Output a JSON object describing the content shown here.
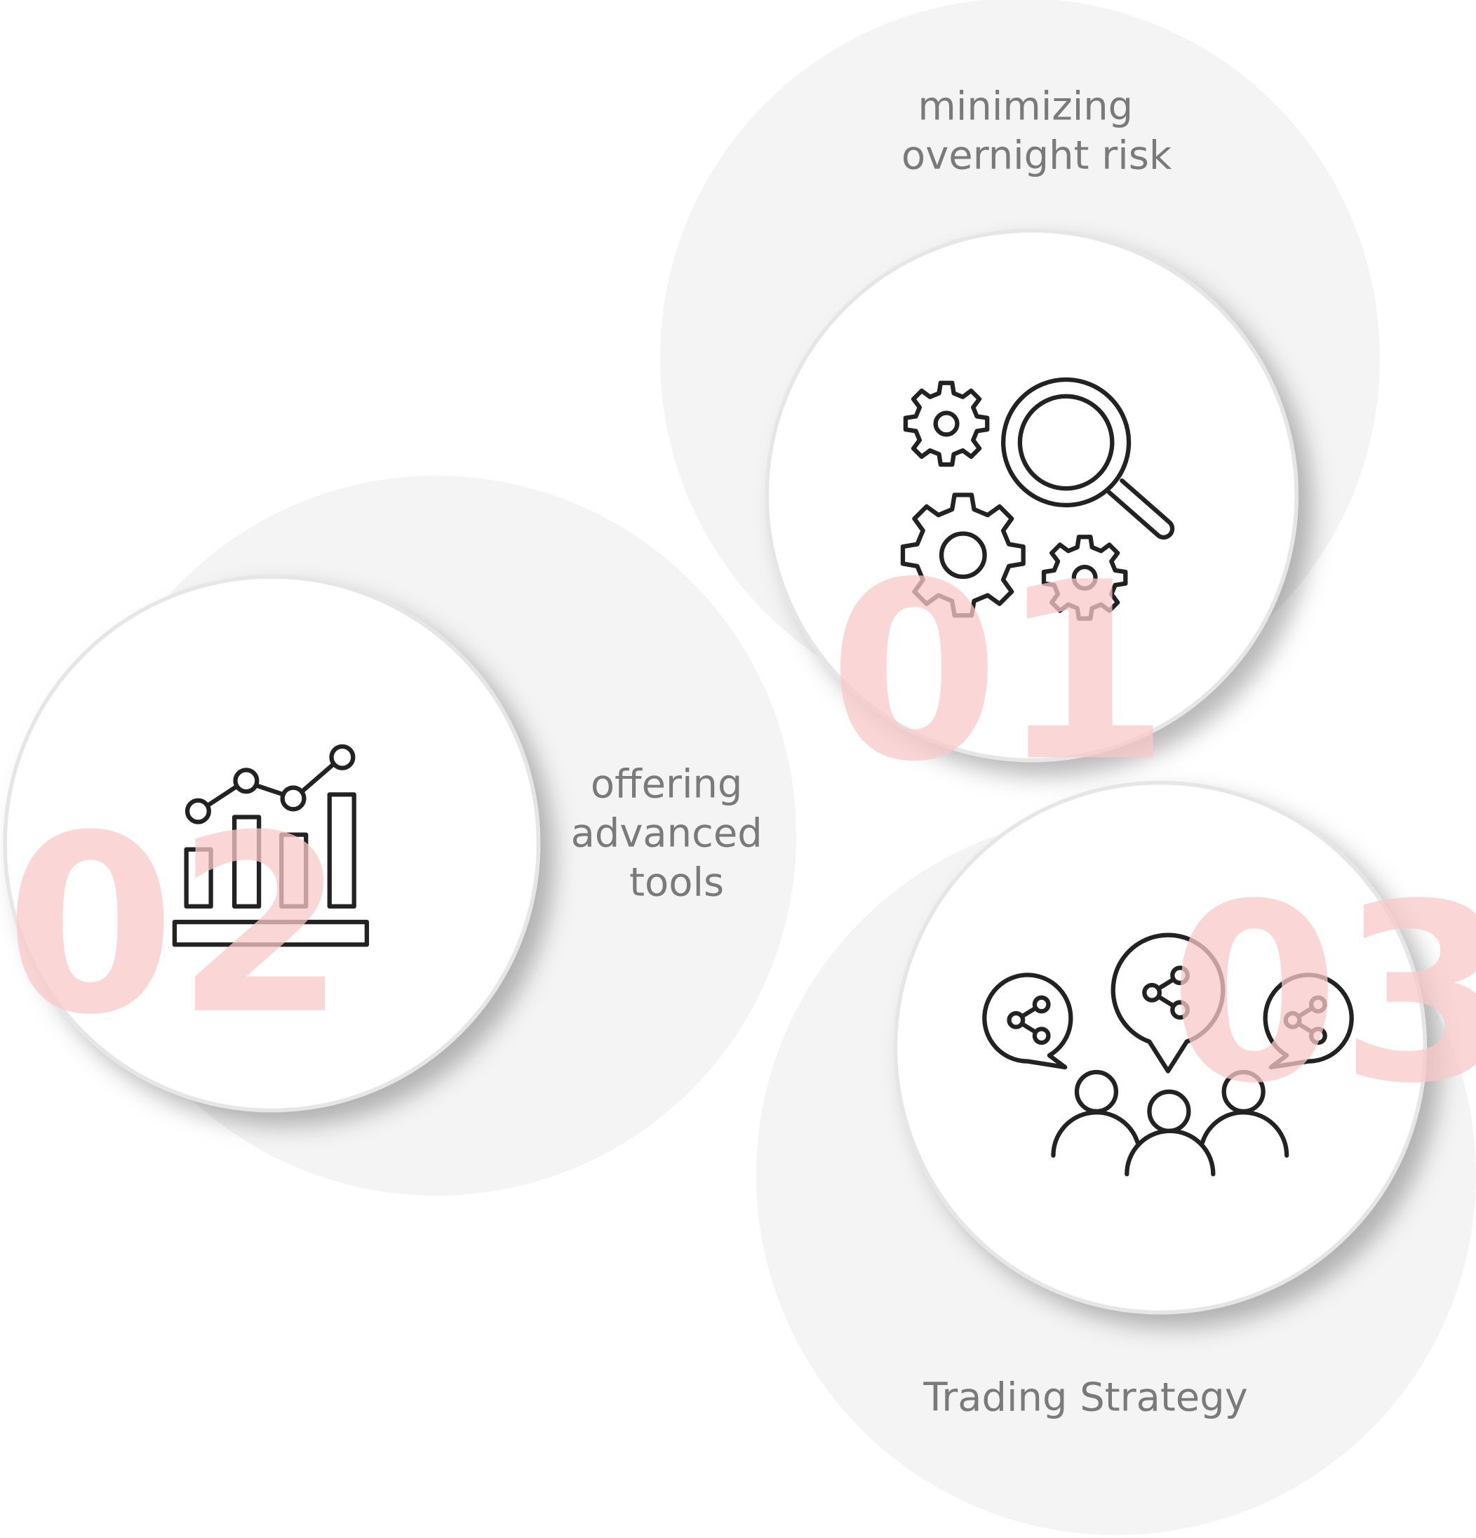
{
  "colors": {
    "outer_circle": "#f4f4f4",
    "inner_circle": "#ffffff",
    "label_text": "#7a7a7a",
    "number_accent": "#f9c9c9",
    "icon_stroke": "#222222"
  },
  "steps": [
    {
      "number": "01",
      "label_lines": [
        "minimizing",
        "overnight risk"
      ],
      "icon": "gears-magnifier-icon"
    },
    {
      "number": "02",
      "label_lines": [
        "offering",
        "advanced",
        "tools"
      ],
      "icon": "bar-line-chart-icon"
    },
    {
      "number": "03",
      "label_lines": [
        "Trading Strategy"
      ],
      "icon": "people-share-bubbles-icon"
    }
  ]
}
